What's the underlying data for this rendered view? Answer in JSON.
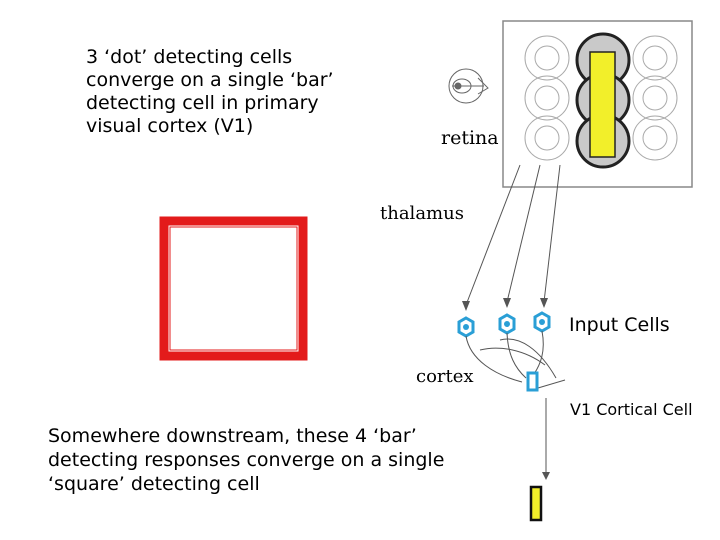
{
  "texts": {
    "intro": "3 ‘dot’ detecting cells converge on a single ‘bar’ detecting cell in primary visual cortex (V1)",
    "outro": "Somewhere downstream, these 4 ‘bar’ detecting responses converge on a single ‘square’ detecting cell",
    "retina": "retina",
    "thalamus": "thalamus",
    "cortex": "cortex",
    "input_cells": "Input Cells",
    "v1_cell": "V1 Cortical Cell"
  },
  "colors": {
    "square_outline": "#e31b1b",
    "bar_fill": "#f2ef2a",
    "input_cell": "#2a9fd6",
    "line": "#555555"
  },
  "icons": [
    "eye-icon"
  ]
}
